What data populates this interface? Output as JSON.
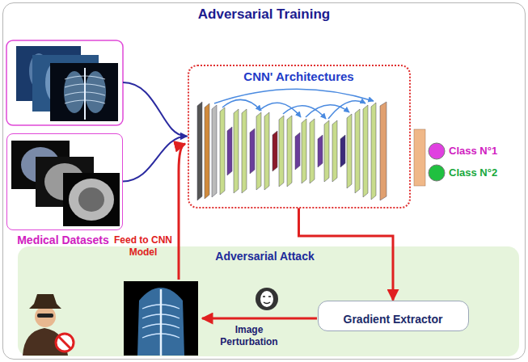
{
  "diagram": {
    "nodes": [
      {
        "text": [
          "Adversarial Training"
        ]
      },
      {
        "text": [
          "Medical Datasets"
        ],
        "in": 0
      },
      {
        "text": [
          "CNN' Architectures"
        ],
        "in": 0
      },
      {
        "text": [
          "Adversarial Attack"
        ],
        "in": 0
      },
      {
        "text": [
          "Gradient Extractor"
        ],
        "in": 3
      }
    ],
    "edges": [
      {
        "from": 1,
        "to": 2,
        "arrow": "to"
      },
      {
        "from": 2,
        "to": 4,
        "arrow": "to"
      }
    ],
    "labels": [
      "Class N°1",
      "Class N°2",
      "Feed to CNN Model",
      "Image Perturbation"
    ]
  }
}
